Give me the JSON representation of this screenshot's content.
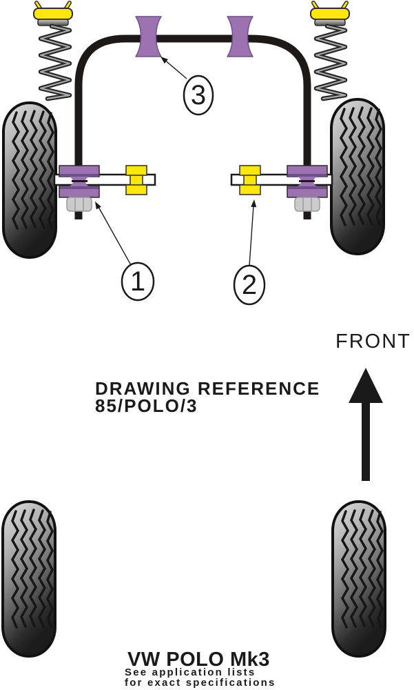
{
  "labels": {
    "front": "FRONT",
    "reference_line1": "DRAWING REFERENCE",
    "reference_line2": "85/POLO/3",
    "model": "VW POLO Mk3",
    "note_line1": "See application lists",
    "note_line2": "for exact specifications"
  },
  "callouts": [
    {
      "number": "1"
    },
    {
      "number": "2"
    },
    {
      "number": "3"
    }
  ],
  "colors": {
    "anti_roll_bar": "#1c1917",
    "bush_purple": "#9c73b0",
    "bush_purple_dark": "#6e4f8a",
    "clamp_yellow": "#ffe60d",
    "nut_gray": "#cbcbcb",
    "outline_black": "#1a1a1a"
  }
}
